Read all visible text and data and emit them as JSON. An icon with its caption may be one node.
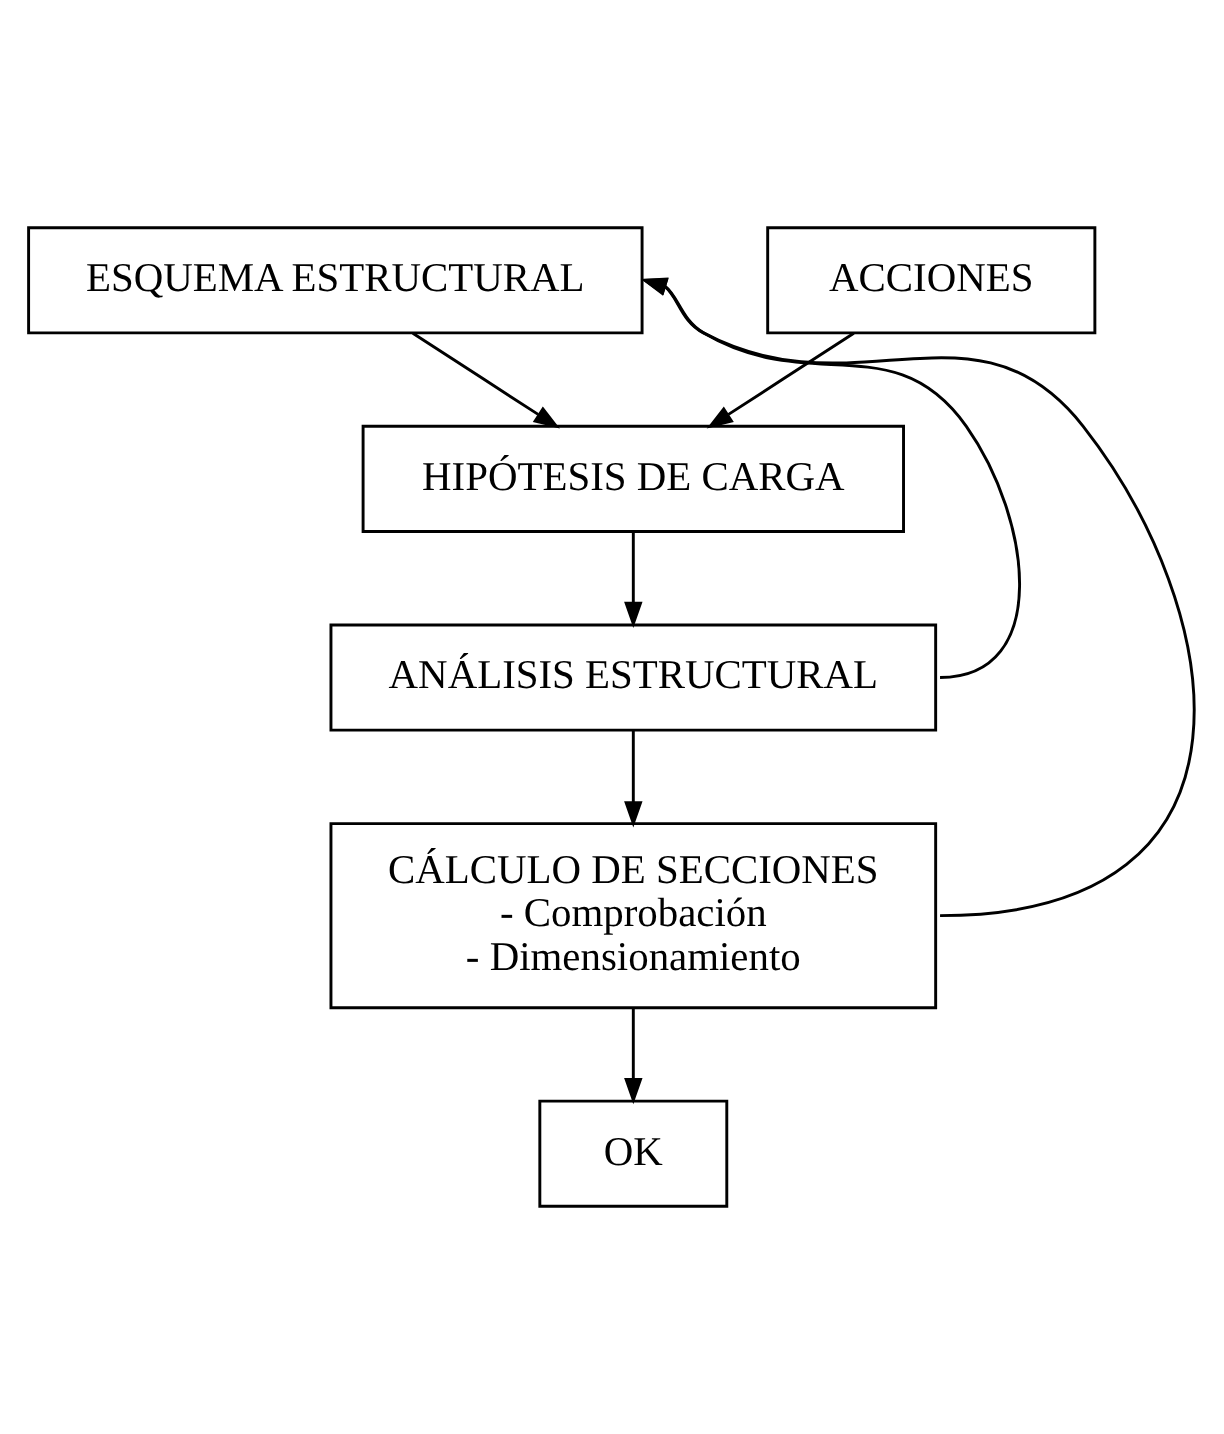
{
  "diagram": {
    "nodes": [
      {
        "text": [
          "ESQUEMA ESTRUCTURAL"
        ]
      },
      {
        "text": [
          "ACCIONES"
        ]
      },
      {
        "text": [
          "HIPÓTESIS DE CARGA"
        ]
      },
      {
        "text": [
          "ANÁLISIS ESTRUCTURAL"
        ]
      },
      {
        "text": [
          "CÁLCULO DE SECCIONES",
          "- Comprobación",
          "- Dimensionamiento"
        ]
      },
      {
        "text": [
          "OK"
        ]
      }
    ],
    "edges": [
      {
        "from": 0,
        "to": 2,
        "arrow": "to"
      },
      {
        "from": 1,
        "to": 2,
        "arrow": "to"
      },
      {
        "from": 2,
        "to": 3,
        "arrow": "to"
      },
      {
        "from": 3,
        "to": 0,
        "arrow": "to"
      },
      {
        "from": 3,
        "to": 4,
        "arrow": "to"
      },
      {
        "from": 4,
        "to": 0,
        "arrow": "to"
      },
      {
        "from": 4,
        "to": 5,
        "arrow": "to"
      }
    ]
  }
}
